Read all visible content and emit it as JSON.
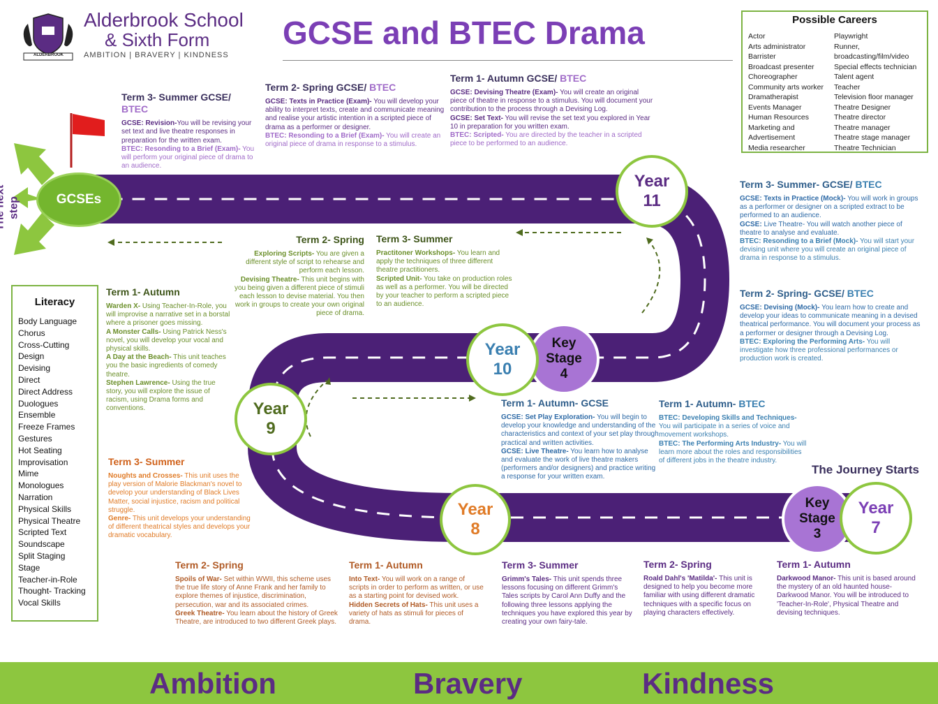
{
  "colors": {
    "road": "#4b2076",
    "green": "#8dc63f",
    "title": "#7b3fb5",
    "bottom_bar": "#8dc63f",
    "bottom_text": "#5b2c83"
  },
  "school": {
    "name_line1": "Alderbrook School",
    "name_line2": "& Sixth Form",
    "tagline": "AMBITION | BRAVERY | KINDNESS",
    "crest_banner": "ALDERBROOK"
  },
  "title": "GCSE and BTEC Drama",
  "careers": {
    "heading": "Possible Careers",
    "col1": [
      "Actor",
      "Arts administrator",
      "Barrister",
      "Broadcast presenter",
      "Choreographer",
      "Community arts worker",
      "Dramatherapist",
      "Events Manager",
      "Human Resources",
      "Marketing and",
      "Advertisement",
      "Media researcher"
    ],
    "col2": [
      "Playwright",
      "Runner,",
      "broadcasting/film/video",
      "Special effects technician",
      "Talent agent",
      "Teacher",
      "Television floor manager",
      "Theatre Designer",
      "Theatre director",
      "Theatre manager",
      "Theatre stage manager",
      "Theatre Technician"
    ]
  },
  "literacy": {
    "heading": "Literacy",
    "items": [
      "Body Language",
      "Chorus",
      "Cross-Cutting",
      "Design",
      "Devising",
      "Direct",
      "Direct Address",
      "Duologues",
      "Ensemble",
      "Freeze Frames",
      "Gestures",
      "Hot Seating",
      "Improvisation",
      "Mime",
      "Monologues",
      "Narration",
      "Physical Skills",
      "Physical Theatre",
      "Scripted Text",
      "Soundscape",
      "Split Staging",
      "Stage",
      "Teacher-in-Role",
      "Thought- Tracking",
      "Vocal Skills"
    ]
  },
  "next_step": "The next step",
  "journey_starts": "The Journey Starts",
  "nodes": {
    "gcses": "GCSEs",
    "y11": [
      "Year",
      "11"
    ],
    "y10": [
      "Year",
      "10"
    ],
    "ks4": [
      "Key",
      "Stage",
      "4"
    ],
    "y9": [
      "Year",
      "9"
    ],
    "y8": [
      "Year",
      "8"
    ],
    "ks3": [
      "Key",
      "Stage",
      "3"
    ],
    "y7": [
      "Year",
      "7"
    ]
  },
  "y11_t3": {
    "heading_a": "Term 3- Summer GCSE/ ",
    "heading_b": "BTEC",
    "p1_b": "GCSE: Revision-",
    "p1": "You will be revising your set text and live theatre responses in preparation for the written exam.",
    "p2_b": "BTEC: Resonding to a Brief (Exam)-",
    "p2": " You will perform your original piece of drama to an audience."
  },
  "y11_t2": {
    "heading_a": "Term 2- Spring GCSE/ ",
    "heading_b": "BTEC",
    "p1_b": "GCSE: Texts in Practice (Exam)-",
    "p1": " You will develop your ability to interpret texts, create and communicate meaning and realise your artistic intention in a scripted piece of drama as a performer or designer.",
    "p2_b": "BTEC: Resonding to a Brief (Exam)-",
    "p2": " You will create an original piece of drama in response to a stimulus."
  },
  "y11_t1": {
    "heading_a": "Term 1- Autumn GCSE/ ",
    "heading_b": "BTEC",
    "p1_b": "GCSE: Devising Theatre (Exam)-",
    "p1": " You will create an original piece of theatre in response to a stimulus. You will document your contribution to the process through a Devising Log.",
    "p2_b": "GCSE: Set Text-",
    "p2": " You will revise the set text you explored in Year 10 in preparation for you written exam.",
    "p3_b": "BTEC: Scripted-",
    "p3": " You are directed by the teacher in a scripted piece to be performed to an audience."
  },
  "y10_t3": {
    "heading_a": "Term 3- Summer- GCSE/ ",
    "heading_b": "BTEC",
    "p1_b": "GCSE: Texts in Practice (Mock)-",
    "p1": " You will work in groups as a performer or designer on a scripted extract to be performed to an audience.",
    "p2_b": "GCSE:",
    "p2": " Live Theatre- You will watch another piece of theatre to analyse and evaluate.",
    "p3_b": "BTEC: Resonding to a Brief (Mock)-",
    "p3": " You will start your devising unit where you will create an original piece of drama in response to a stimulus."
  },
  "y10_t2": {
    "heading_a": "Term 2- Spring- GCSE/ ",
    "heading_b": "BTEC",
    "p1_b": "GCSE: Devising (Mock)-",
    "p1": " You learn how to create and develop your ideas to communicate meaning in a devised theatrical performance. You will document your process as a performer or designer through a Devising Log.",
    "p2_b": "BTEC: Exploring the Performing Arts-",
    "p2": " You will investigate how three professional performances or production work is created."
  },
  "y10_t1_gcse": {
    "heading": "Term 1- Autumn- GCSE",
    "p1_b": "GCSE: Set Play Exploration-",
    "p1": " You will begin to develop your knowledge and understanding of the characteristics and context of your set play through practical and written activities.",
    "p2_b": "GCSE: Live Theatre-",
    "p2": " You learn how to analyse and evaluate the work of live theatre makers (performers and/or designers) and practice writing a response for your written exam."
  },
  "y10_t1_btec": {
    "heading_a": "Term 1- Autumn- ",
    "heading_b": "BTEC",
    "p1_b": "BTEC: Developing Skills and Techniques-",
    "p1": " You will participate in a series of voice and movement workshops.",
    "p2_b": "BTEC: The Performing Arts Industry-",
    "p2": " You will learn more about the roles and responsibilities of different jobs in the theatre industry."
  },
  "y9_t2": {
    "heading": "Term 2- Spring",
    "p1_b": "Exploring Scripts-",
    "p1": " You are given a different style of script to rehearse and perform each lesson.",
    "p2_b": "Devising Theatre-",
    "p2": " This unit begins with you being given a different piece of stimuli each lesson to devise material. You then work in groups to create your own original piece of drama."
  },
  "y9_t3": {
    "heading": "Term 3- Summer",
    "p1_b": "Practitoner Workshops-",
    "p1": " You learn and apply the techniques of three different theatre practitioners.",
    "p2_b": "Scripted Unit-",
    "p2": " You take on production roles as well as a performer. You will be directed by your teacher to perform a scripted piece to an audience."
  },
  "y9_t1": {
    "heading": "Term 1- Autumn",
    "p1_b": "Warden X-",
    "p1": " Using Teacher-In-Role, you will improvise a narrative set in a borstal where a prisoner goes missing.",
    "p2_b": "A Monster Calls-",
    "p2": " Using Patrick Ness's novel, you will develop your vocal and physical skills.",
    "p3_b": "A Day at the Beach-",
    "p3": " This unit teaches you the basic ingredients of comedy theatre.",
    "p4_b": "Stephen Lawrence-",
    "p4": " Using the true story, you will explore the issue of racism, using Drama forms and conventions."
  },
  "y8_t3": {
    "heading": "Term 3- Summer",
    "p1_b": "Noughts and Crosses-",
    "p1": " This unit uses the play version of Malorie Blackman's novel to develop your understanding of Black Lives Matter, social injustice, racism and political struggle.",
    "p2_b": "Genre-",
    "p2": " This unit develops your understanding of different theatrical styles and develops your dramatic vocabulary."
  },
  "y8_t2": {
    "heading": "Term 2- Spring",
    "p1_b": "Spoils of War-",
    "p1": " Set within WWII, this scheme uses the true life story of Anne Frank and her family to explore themes of injustice, discrimination, persecution, war and its associated crimes.",
    "p2_b": "Greek Theatre-",
    "p2": " You learn about the history of Greek Theatre, are introduced to two different Greek plays."
  },
  "y8_t1": {
    "heading": "Term 1- Autumn",
    "p1_b": "Into Text-",
    "p1": " You will work on a range of scripts in order to perform as written, or use as a starting point for devised work.",
    "p2_b": "Hidden Secrets of Hats-",
    "p2": " This unit uses a variety of hats as stimuli for pieces of drama."
  },
  "y7_t3": {
    "heading": "Term 3- Summer",
    "p1_b": "Grimm's Tales-",
    "p1": " This unit spends three lessons focusing on different Grimm's Tales scripts by Carol Ann Duffy and the following three lessons applying the techniques you have explored this year by creating your own fairy-tale."
  },
  "y7_t2": {
    "heading": "Term 2- Spring",
    "p1_b": "Roald Dahl's 'Matilda'-",
    "p1": " This unit is designed to help you become more familiar with using different dramatic techniques with a specific focus on playing characters effectively."
  },
  "y7_t1": {
    "heading": "Term 1- Autumn",
    "p1_b": "Darkwood Manor-",
    "p1": " This unit is based around the mystery of an old haunted house- Darkwood Manor. You will be introduced to 'Teacher-In-Role', Physical Theatre and devising techniques."
  },
  "values": [
    "Ambition",
    "Bravery",
    "Kindness"
  ]
}
